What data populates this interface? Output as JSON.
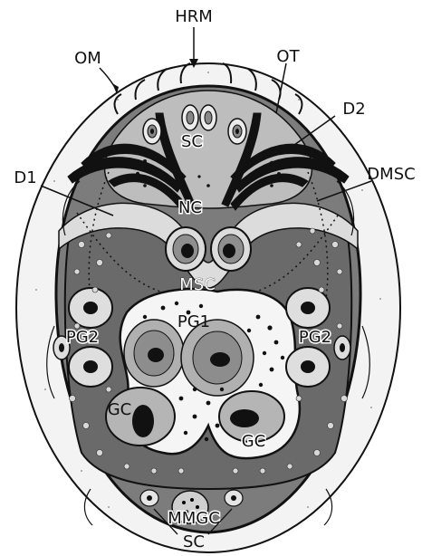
{
  "labels": {
    "hrm": "HRM",
    "om": "OM",
    "ot": "OT",
    "d2": "D2",
    "d1": "D1",
    "dmsc": "DMSC",
    "sc_top": "SC",
    "nc": "NC",
    "msc": "MSC",
    "pg1": "PG1",
    "pg2_left": "PG2",
    "pg2_right": "PG2",
    "gc_left": "GC",
    "gc_right": "GC",
    "mmgc": "MMGC",
    "sc_bottom": "SC"
  },
  "colors": {
    "outer_membrane": "#f2f2f2",
    "body_fill": "#8a8a8a",
    "body_dark": "#6b6b6b",
    "cell_light": "#e8e8e8",
    "cell_mid": "#a8a8a8",
    "nucleus": "#000000",
    "outline": "#111111"
  }
}
